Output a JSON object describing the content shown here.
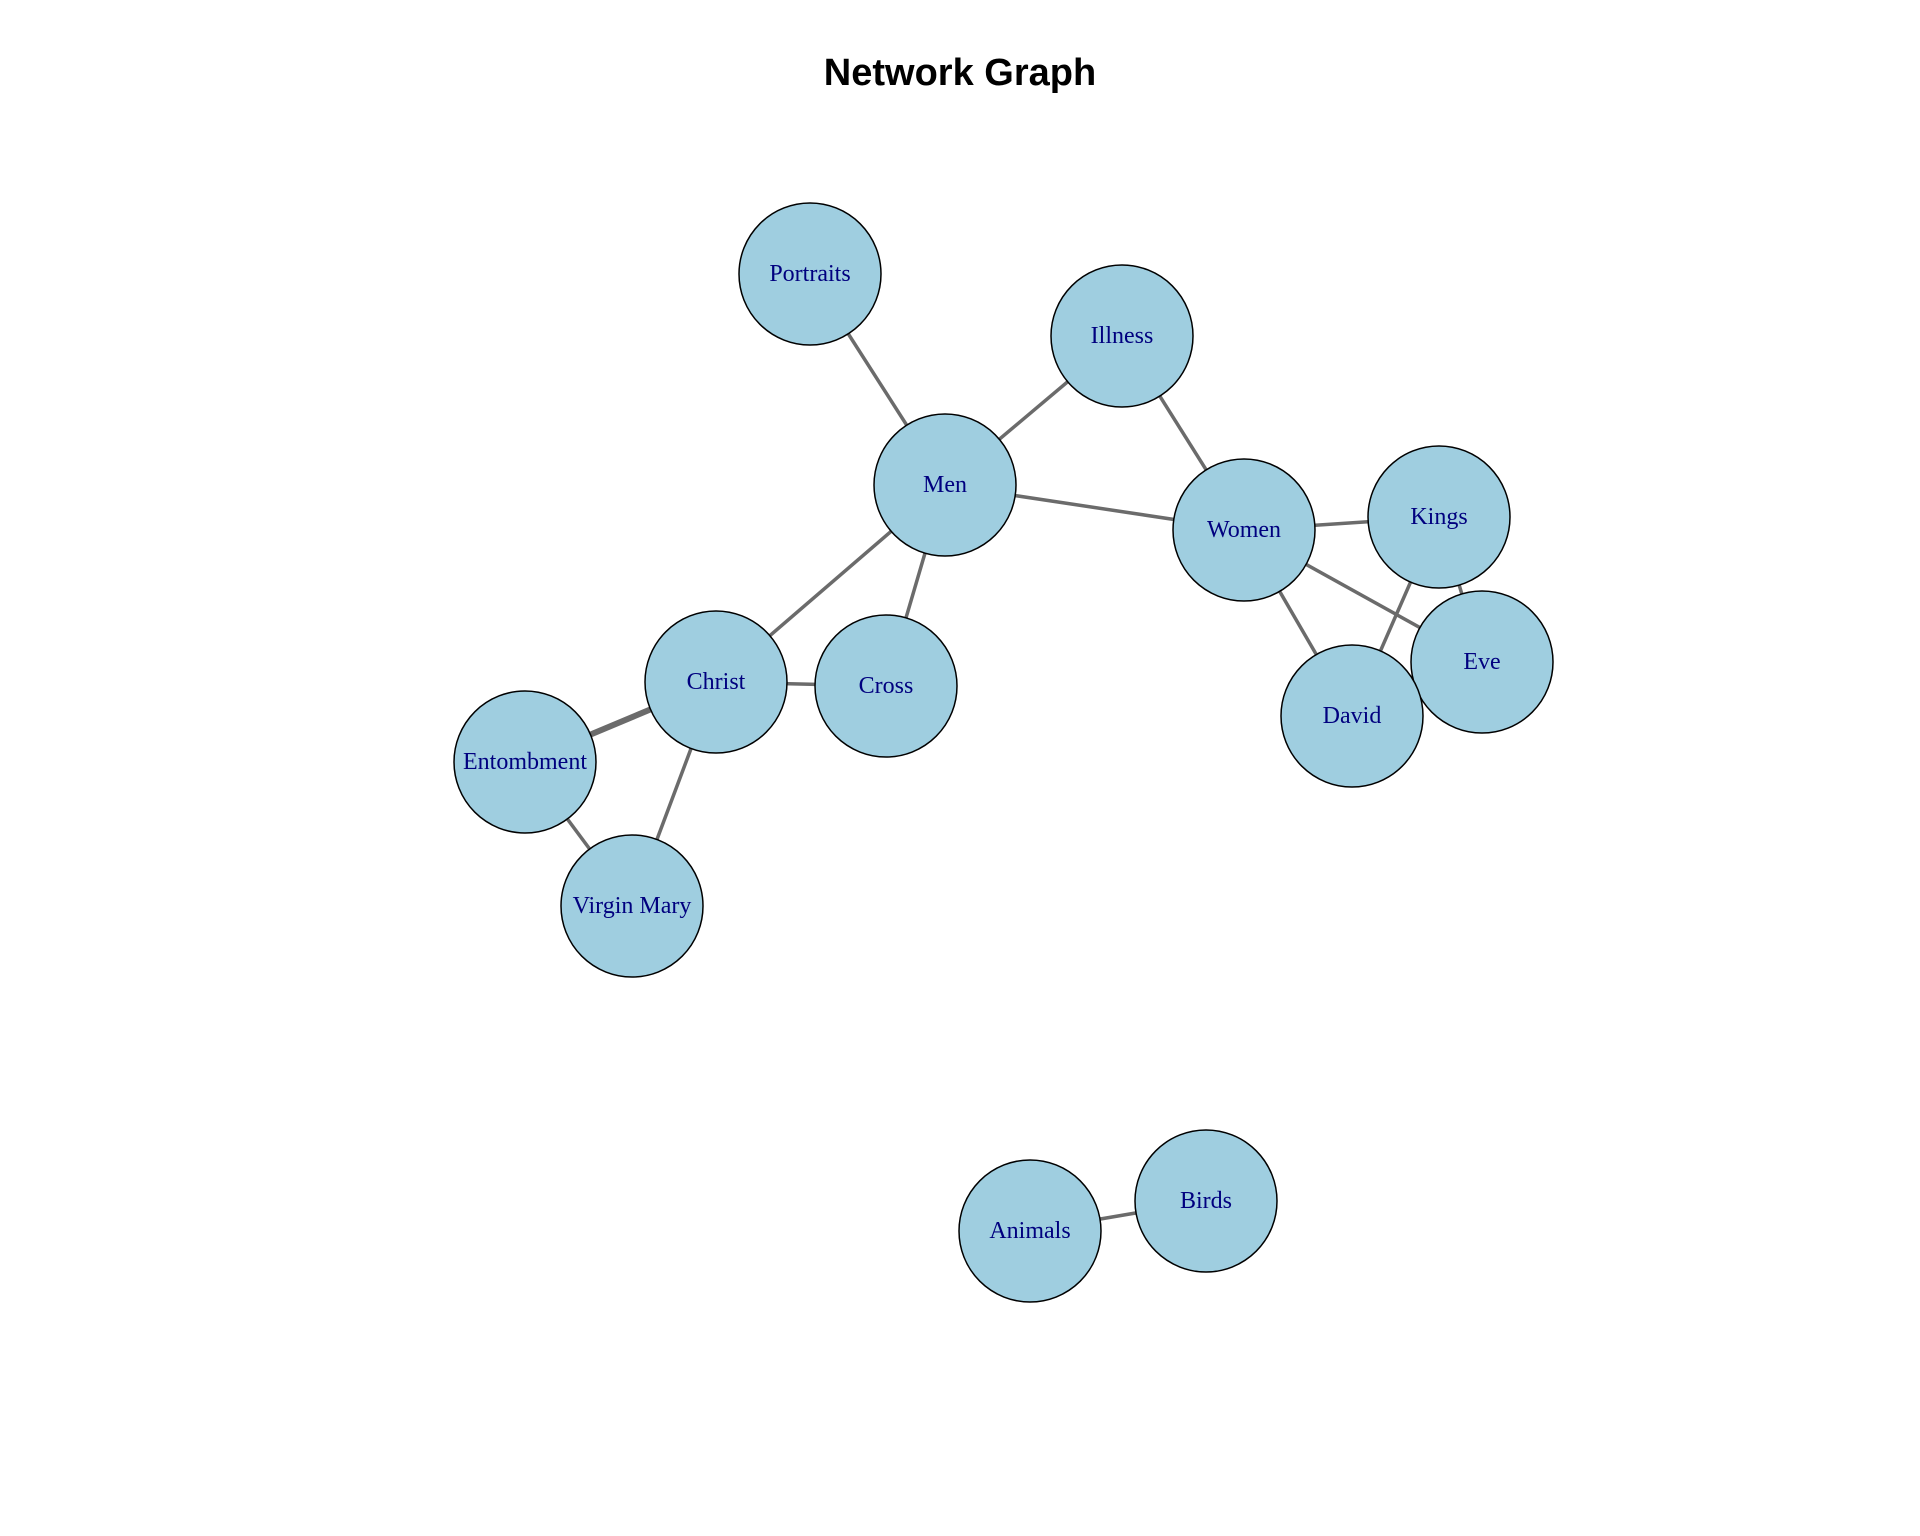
{
  "title": "Network Graph",
  "colors": {
    "node_fill": "#9fcee0",
    "node_stroke": "#000000",
    "edge": "#6b6b6b",
    "label": "#00007f"
  },
  "nodes": [
    {
      "id": "Portraits",
      "label": "Portraits"
    },
    {
      "id": "Illness",
      "label": "Illness"
    },
    {
      "id": "Men",
      "label": "Men"
    },
    {
      "id": "Women",
      "label": "Women"
    },
    {
      "id": "Kings",
      "label": "Kings"
    },
    {
      "id": "Eve",
      "label": "Eve"
    },
    {
      "id": "David",
      "label": "David"
    },
    {
      "id": "Christ",
      "label": "Christ"
    },
    {
      "id": "Cross",
      "label": "Cross"
    },
    {
      "id": "Entombment",
      "label": "Entombment"
    },
    {
      "id": "Virgin Mary",
      "label": "Virgin Mary"
    },
    {
      "id": "Animals",
      "label": "Animals"
    },
    {
      "id": "Birds",
      "label": "Birds"
    }
  ],
  "edges": [
    {
      "source": "Portraits",
      "target": "Men",
      "weight": 1
    },
    {
      "source": "Illness",
      "target": "Men",
      "weight": 1
    },
    {
      "source": "Illness",
      "target": "Women",
      "weight": 1
    },
    {
      "source": "Men",
      "target": "Women",
      "weight": 1
    },
    {
      "source": "Men",
      "target": "Christ",
      "weight": 1
    },
    {
      "source": "Men",
      "target": "Cross",
      "weight": 1
    },
    {
      "source": "Christ",
      "target": "Cross",
      "weight": 1
    },
    {
      "source": "Christ",
      "target": "Entombment",
      "weight": 2
    },
    {
      "source": "Christ",
      "target": "Virgin Mary",
      "weight": 1
    },
    {
      "source": "Entombment",
      "target": "Virgin Mary",
      "weight": 1
    },
    {
      "source": "Women",
      "target": "Kings",
      "weight": 1
    },
    {
      "source": "Women",
      "target": "Eve",
      "weight": 1
    },
    {
      "source": "Women",
      "target": "David",
      "weight": 1
    },
    {
      "source": "Kings",
      "target": "David",
      "weight": 1
    },
    {
      "source": "Kings",
      "target": "Eve",
      "weight": 1
    },
    {
      "source": "Animals",
      "target": "Birds",
      "weight": 1
    }
  ]
}
